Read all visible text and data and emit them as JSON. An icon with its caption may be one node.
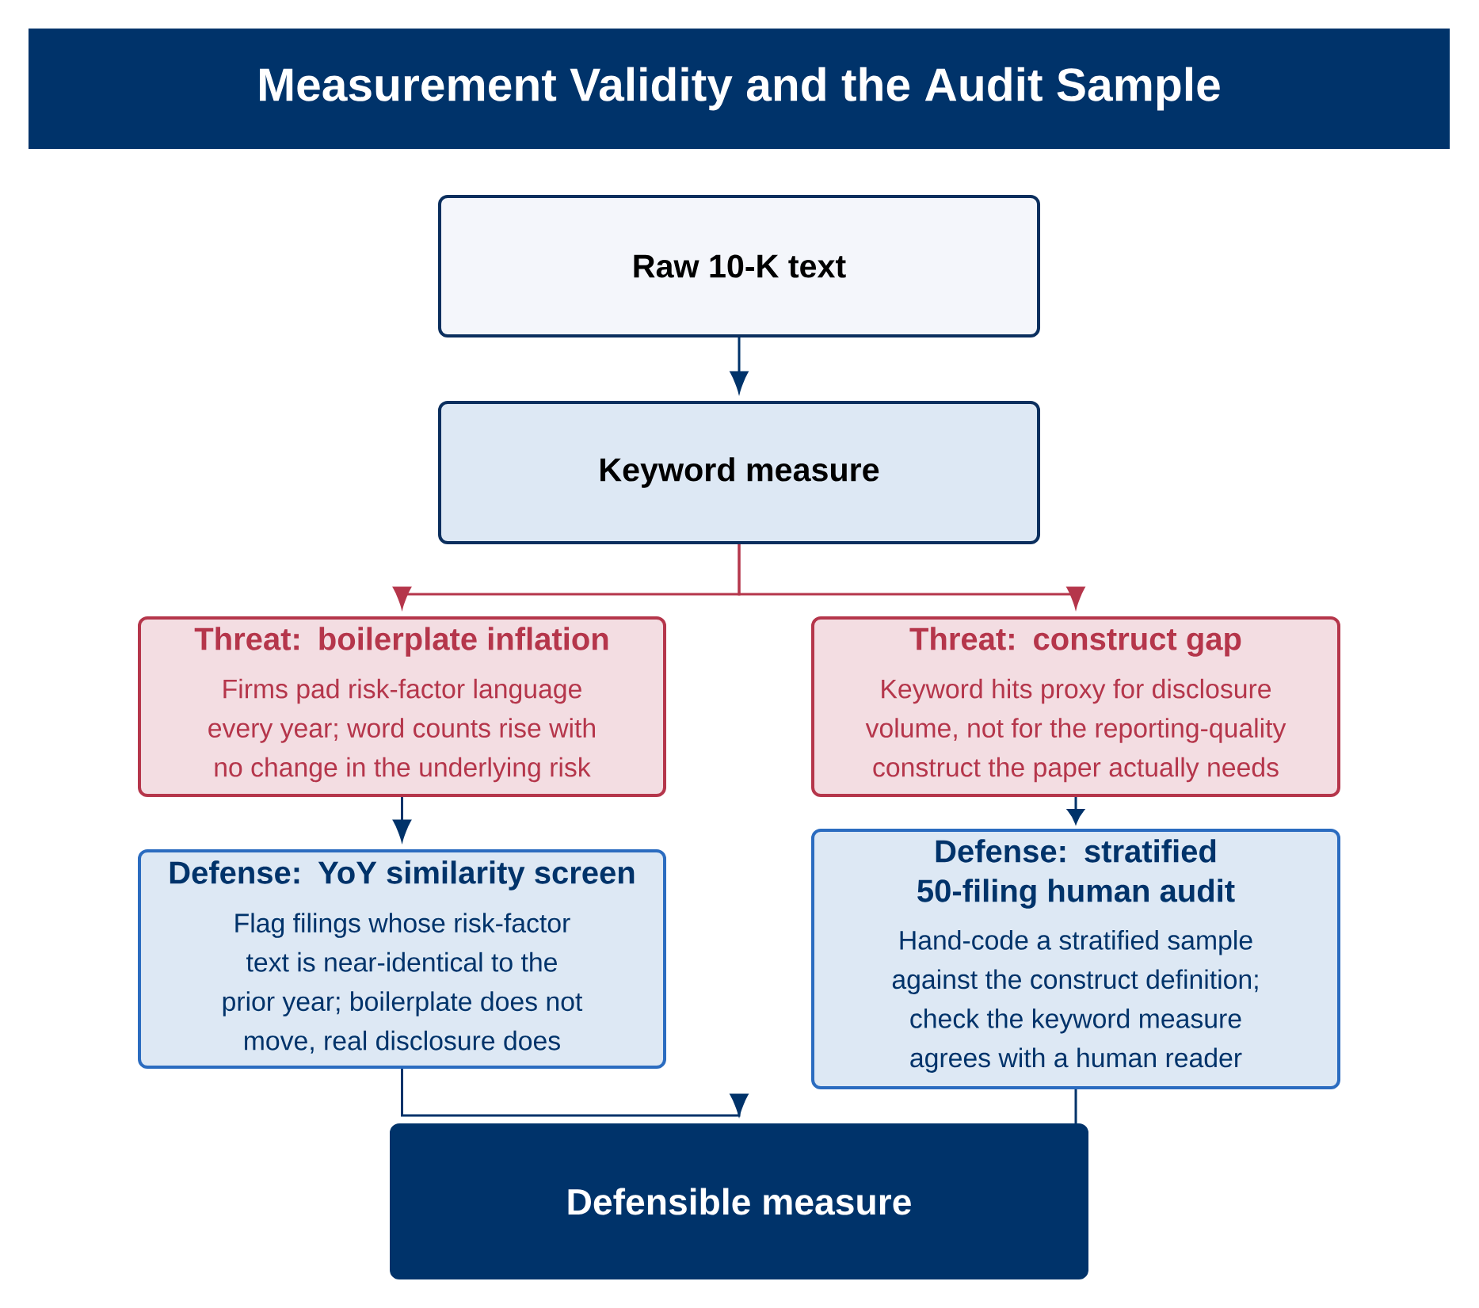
{
  "diagram": {
    "title": "Measurement Validity and the Audit Sample",
    "nodes": [
      {
        "text": [
          "Raw 10-K text"
        ]
      },
      {
        "text": [
          "Keyword measure"
        ]
      },
      {
        "text": [
          "Threat: boilerplate inflation",
          "Firms pad risk-factor language every year; word counts rise with no change in the underlying risk"
        ]
      },
      {
        "text": [
          "Threat: construct gap",
          "Keyword hits proxy for disclosure volume, not for the reporting-quality construct the paper actually needs"
        ]
      },
      {
        "text": [
          "Defense: YoY similarity screen",
          "Flag filings whose risk-factor text is near-identical to the prior year; boilerplate does not move, real disclosure does"
        ]
      },
      {
        "text": [
          "Defense: stratified 50-filing human audit",
          "Hand-code a stratified sample against the construct definition; check the keyword measure agrees with a human reader"
        ]
      },
      {
        "text": [
          "Defensible measure"
        ]
      }
    ],
    "edges": [
      {
        "from": 0,
        "to": 1,
        "arrow": "to"
      },
      {
        "from": 1,
        "to": 2,
        "arrow": "to",
        "color": "#b5364b"
      },
      {
        "from": 1,
        "to": 3,
        "arrow": "to",
        "color": "#b5364b"
      },
      {
        "from": 2,
        "to": 4,
        "arrow": "to"
      },
      {
        "from": 3,
        "to": 5,
        "arrow": "to"
      },
      {
        "from": 4,
        "to": 6,
        "arrow": "to"
      },
      {
        "from": 5,
        "to": 6,
        "arrow": "none"
      }
    ]
  }
}
